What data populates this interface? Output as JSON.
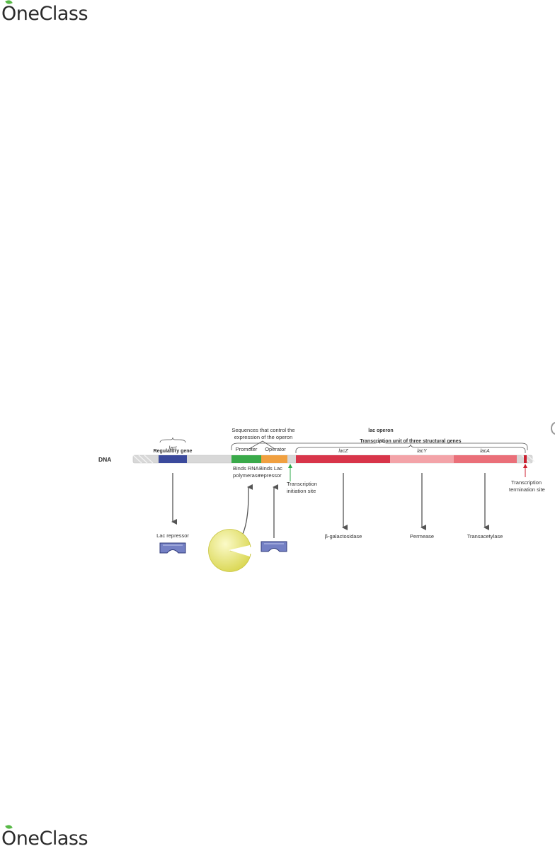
{
  "brand": {
    "logo_text": "OneClass",
    "logo_first_letter": "O",
    "logo_rest": "neClass"
  },
  "diagram": {
    "dna_label": "DNA",
    "regulatory_gene_label": "Regulatory gene",
    "laci_label": "lacI",
    "control_sequences_label": [
      "Sequences that control the",
      "expression of the operon"
    ],
    "lac_operon_label": "lac operon",
    "transcription_unit_label": "Transcription unit of three structural genes",
    "promoter_label": "Promoter",
    "operator_label": "Operator",
    "lacz_label": "lacZ",
    "lacy_label": "lacY",
    "laca_label": "lacA",
    "binds_rna_label": [
      "Binds RNA",
      "polymerase"
    ],
    "binds_lac_label": [
      "Binds Lac",
      "repressor"
    ],
    "initiation_label": [
      "Transcription",
      "initiation site"
    ],
    "termination_label": [
      "Transcription",
      "termination site"
    ],
    "lac_repressor_label": "Lac repressor",
    "galactosidase_label": "β-galactosidase",
    "permease_label": "Permease",
    "transacetylase_label": "Transacetylase",
    "colors": {
      "laci": "#3b4a9c",
      "promoter": "#3aaa4a",
      "operator": "#f0a040",
      "lacz": "#d8354a",
      "lacy": "#f3a3a8",
      "laca": "#ea6f79",
      "termination": "#cc1f2f",
      "dna": "#d6d6d6",
      "repressor": "#7480c4",
      "polymerase": "#e8e66a"
    }
  }
}
